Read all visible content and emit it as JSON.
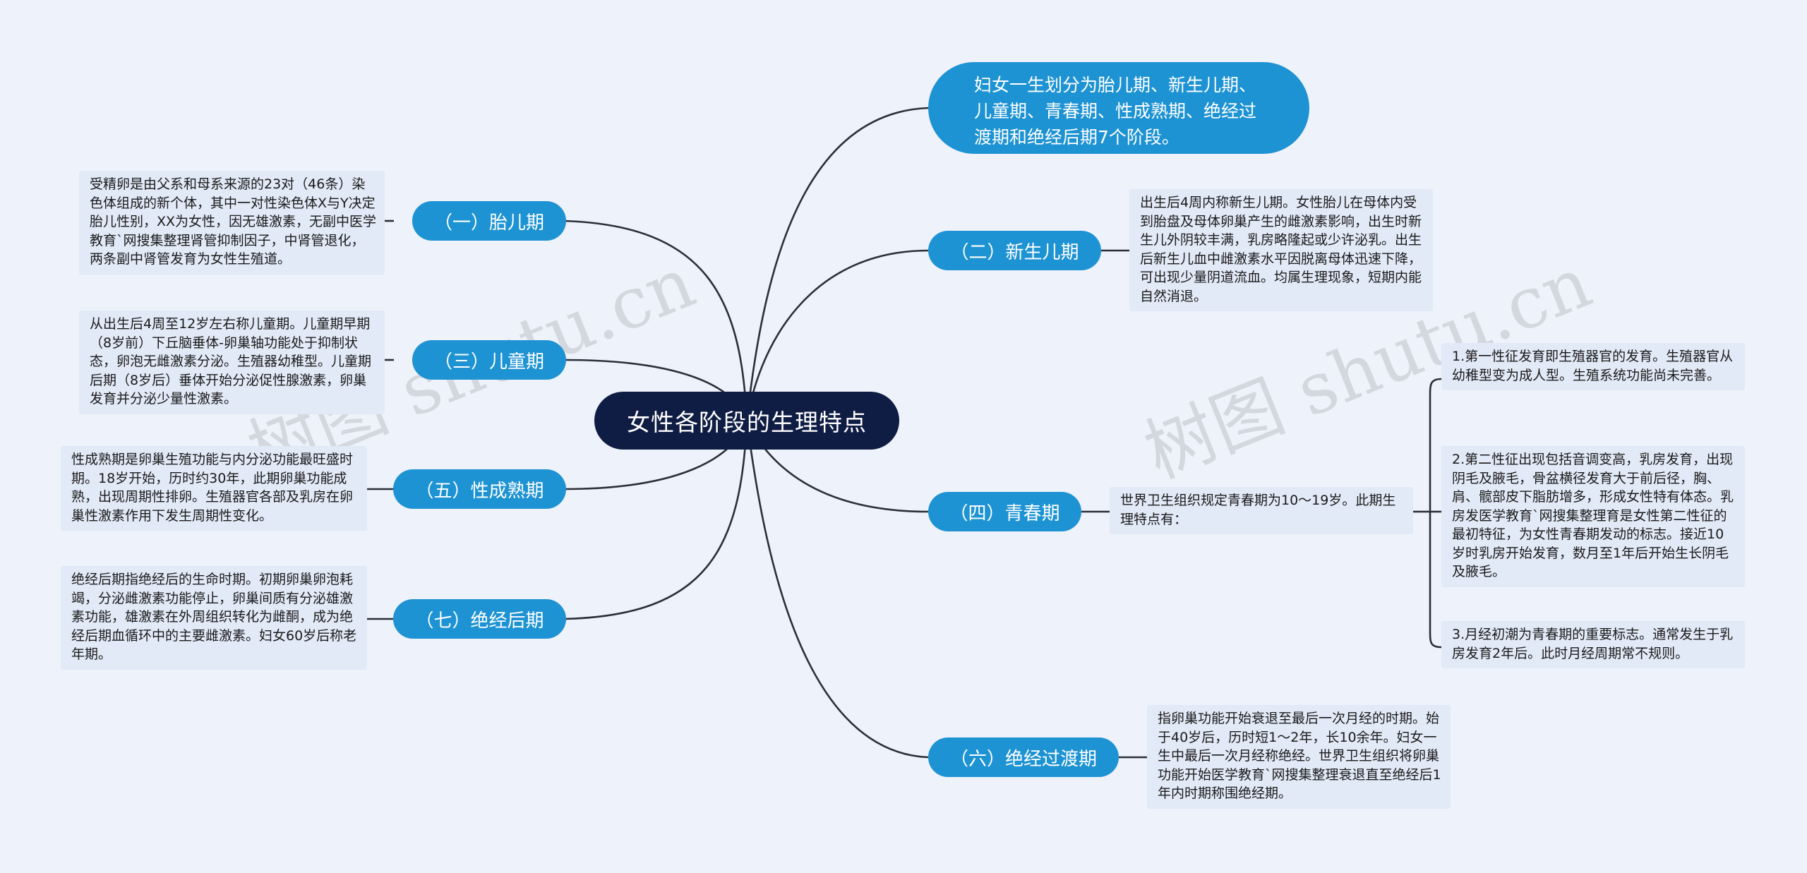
{
  "root": {
    "label": "女性各阶段的生理特点"
  },
  "summary": {
    "text": "妇女一生划分为胎儿期、新生儿期、儿童期、青春期、性成熟期、绝经过渡期和绝经后期7个阶段。"
  },
  "branches": {
    "fetal": {
      "label": "（一）胎儿期",
      "note": "受精卵是由父系和母系来源的23对（46条）染色体组成的新个体，其中一对性染色体X与Y决定胎儿性别，XX为女性，因无雄激素，无副中医学教育`网搜集整理肾管抑制因子，中肾管退化，两条副中肾管发育为女性生殖道。"
    },
    "newborn": {
      "label": "（二）新生儿期",
      "note": "出生后4周内称新生儿期。女性胎儿在母体内受到胎盘及母体卵巢产生的雌激素影响，出生时新生儿外阴较丰满，乳房略隆起或少许泌乳。出生后新生儿血中雌激素水平因脱离母体迅速下降，可出现少量阴道流血。均属生理现象，短期内能自然消退。"
    },
    "childhood": {
      "label": "（三）儿童期",
      "note": "从出生后4周至12岁左右称儿童期。儿童期早期（8岁前）下丘脑垂体-卵巢轴功能处于抑制状态，卵泡无雌激素分泌。生殖器幼稚型。儿童期后期（8岁后）垂体开始分泌促性腺激素，卵巢发育并分泌少量性激素。"
    },
    "puberty": {
      "label": "（四）青春期",
      "note": "世界卫生组织规定青春期为10～19岁。此期生理特点有：",
      "items": [
        "1.第一性征发育即生殖器官的发育。生殖器官从幼稚型变为成人型。生殖系统功能尚未完善。",
        "2.第二性征出现包括音调变高，乳房发育，出现阴毛及腋毛，骨盆横径发育大于前后径，胸、肩、髋部皮下脂肪增多，形成女性特有体态。乳房发医学教育`网搜集整理育是女性第二性征的最初特征，为女性青春期发动的标志。接近10岁时乳房开始发育，数月至1年后开始生长阴毛及腋毛。",
        "3.月经初潮为青春期的重要标志。通常发生于乳房发育2年后。此时月经周期常不规则。"
      ]
    },
    "maturity": {
      "label": "（五）性成熟期",
      "note": "性成熟期是卵巢生殖功能与内分泌功能最旺盛时期。18岁开始，历时约30年，此期卵巢功能成熟，出现周期性排卵。生殖器官各部及乳房在卵巢性激素作用下发生周期性变化。"
    },
    "transition": {
      "label": "（六）绝经过渡期",
      "note": "指卵巢功能开始衰退至最后一次月经的时期。始于40岁后，历时短1～2年，长10余年。妇女一生中最后一次月经称绝经。世界卫生组织将卵巢功能开始医学教育`网搜集整理衰退直至绝经后1年内时期称围绝经期。"
    },
    "postmenopause": {
      "label": "（七）绝经后期",
      "note": "绝经后期指绝经后的生命时期。初期卵巢卵泡耗竭，分泌雌激素功能停止，卵巢间质有分泌雄激素功能，雄激素在外周组织转化为雌酮，成为绝经后期血循环中的主要雌激素。妇女60岁后称老年期。"
    }
  },
  "watermark": "树图 shutu.cn",
  "colors": {
    "root": "#0f1d44",
    "branch": "#1e93d3",
    "note": "#e2e9f7",
    "line": "#2b2f3a",
    "background": "#eef2fb"
  }
}
